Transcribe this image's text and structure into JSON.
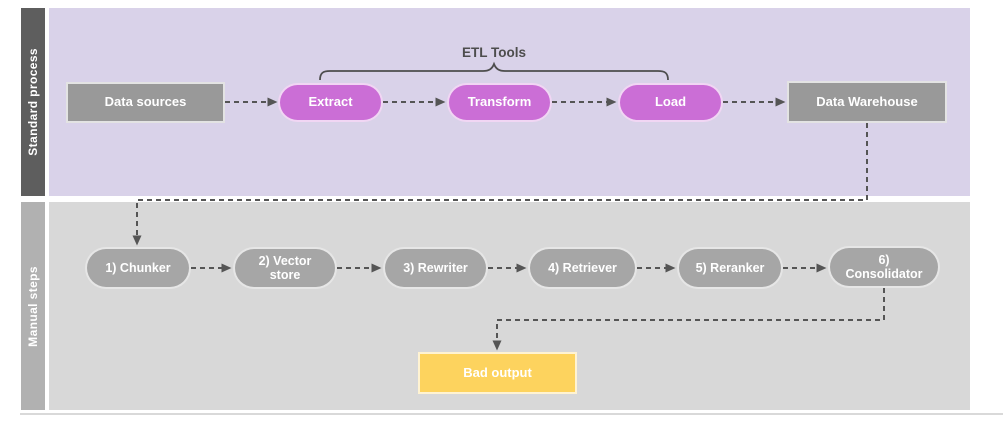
{
  "lanes": {
    "standard": {
      "label": "Standard process"
    },
    "manual": {
      "label": "Manual steps"
    }
  },
  "annotations": {
    "etl_tools": "ETL Tools"
  },
  "nodes": {
    "data_sources": "Data sources",
    "extract": "Extract",
    "transform": "Transform",
    "load": "Load",
    "data_warehouse": "Data Warehouse",
    "chunker": "1) Chunker",
    "vector_store": "2) Vector store",
    "rewriter": "3) Rewriter",
    "retriever": "4) Retriever",
    "reranker": "5) Reranker",
    "consolidator": "6) Consolidator",
    "bad_output": "Bad output"
  },
  "colors": {
    "lane-top-bg": "#d9d2e9",
    "lane-top-bar": "#5e5e5e",
    "lane-bottom-bg": "#d8d8d8",
    "lane-bottom-bar": "#b1b1b1",
    "magenta-node": "#cb6ed6",
    "gray-node": "#999999",
    "gray-pill": "#a6a6a6",
    "yellow-node": "#fdd35e",
    "connector": "#555555",
    "label-dark": "#4d4d4d"
  }
}
